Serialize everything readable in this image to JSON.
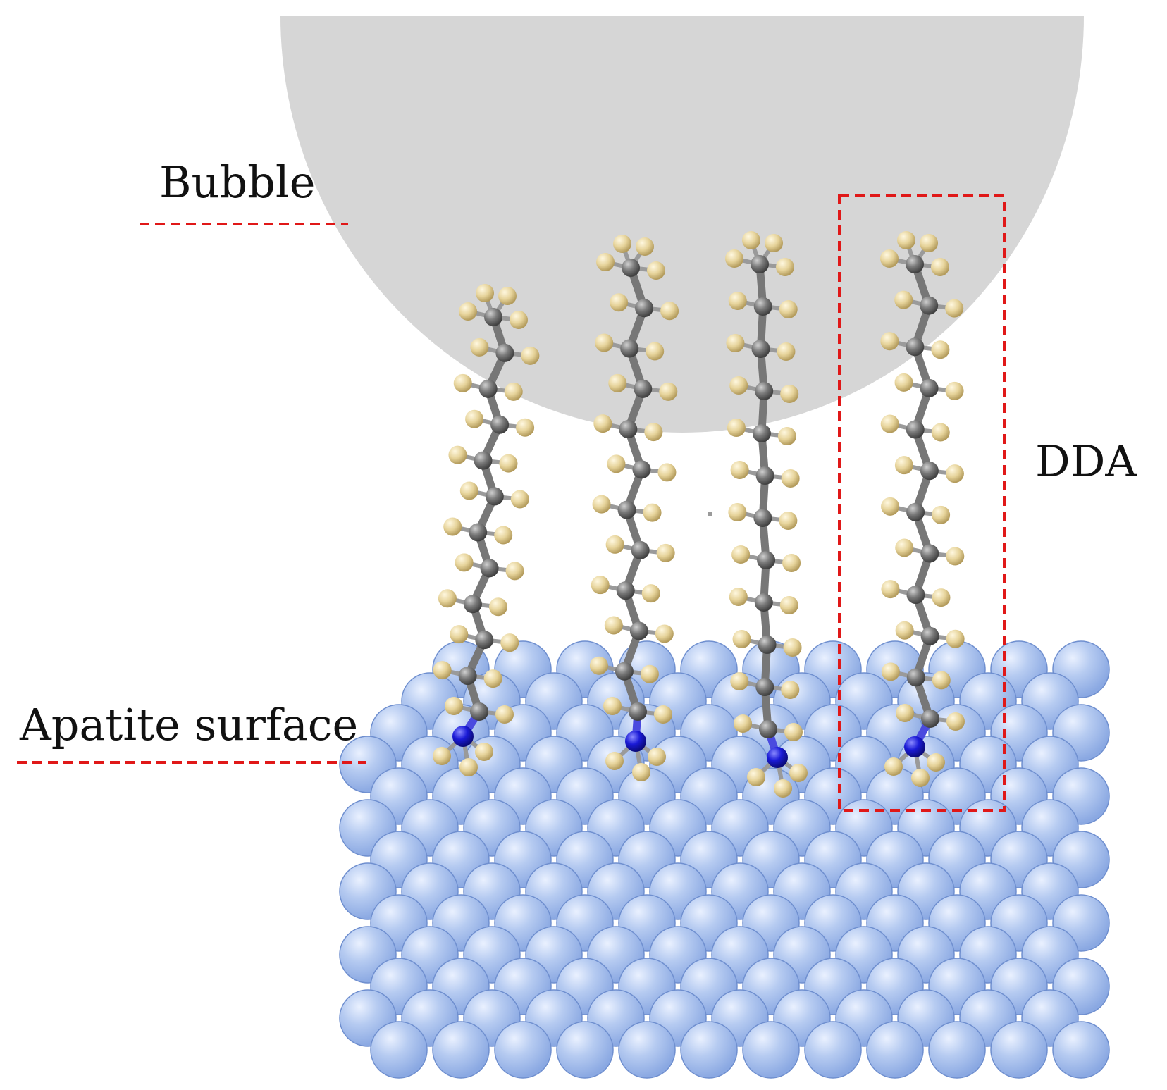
{
  "labels": {
    "bubble": "Bubble",
    "dda": "DDA",
    "apatite_surface": "Apatite surface"
  },
  "molecule_count": 4,
  "carbons_per_chain": 12,
  "colors": {
    "bubble_fill": "#d6d6d6",
    "bubble_edge": "#ececec",
    "surface_atom": "#a9c2ee",
    "surface_atom_edge": "#6f8fcf",
    "carbon": "#6f6f6f",
    "hydrogen": "#e6d39a",
    "nitrogen": "#1a1ad6",
    "dashed_marker": "#e01818",
    "text": "#111111"
  },
  "icons": {
    "bubble": "gray-half-disc",
    "surface": "blue-sphere-lattice",
    "molecule": "ball-and-stick-alkylamine",
    "highlight": "red-dashed-rectangle"
  }
}
